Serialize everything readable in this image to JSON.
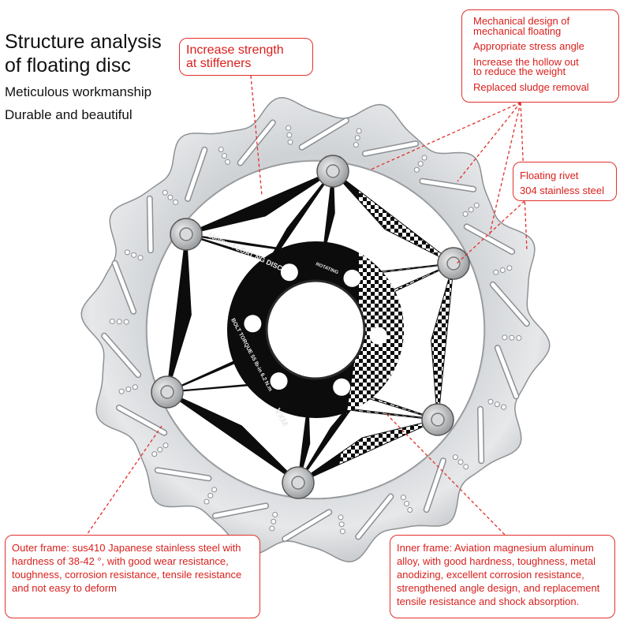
{
  "heading": {
    "title_line1": "Structure analysis",
    "title_line2": "of floating disc",
    "subtitle1": "Meticulous workmanship",
    "subtitle2": "Durable and beautiful"
  },
  "callouts": {
    "strength": [
      "Increase strength",
      "at stiffeners"
    ],
    "mechanical": [
      "Mechanical design of",
      "mechanical floating",
      "Appropriate stress angle",
      "Increase the hollow out",
      "to reduce the weight",
      "Replaced sludge removal"
    ],
    "rivet": [
      "Floating rivet",
      "304 stainless steel"
    ],
    "outer_frame": "Outer frame: sus410 Japanese stainless steel with hardness of 38-42 °, with good wear resistance, toughness, corrosion resistance, tensile resistance and not easy to deform",
    "inner_frame": "Inner frame: Aviation magnesium aluminum alloy, with good hardness, toughness, metal anodizing, excellent corrosion resistance, strengthened angle design, and replacement tensile resistance and shock absorption."
  },
  "disc_markings": {
    "size": "160mm FLOAT NG DISC",
    "rotating": "ROTATING",
    "torque": "BOLT TORQUE 55 lb-in 6.2 N.m",
    "brand": "VXM"
  },
  "colors": {
    "accent": "#e0302c",
    "carrier": "#0c0c0c",
    "rotor_steel": "#c9cbcd"
  }
}
